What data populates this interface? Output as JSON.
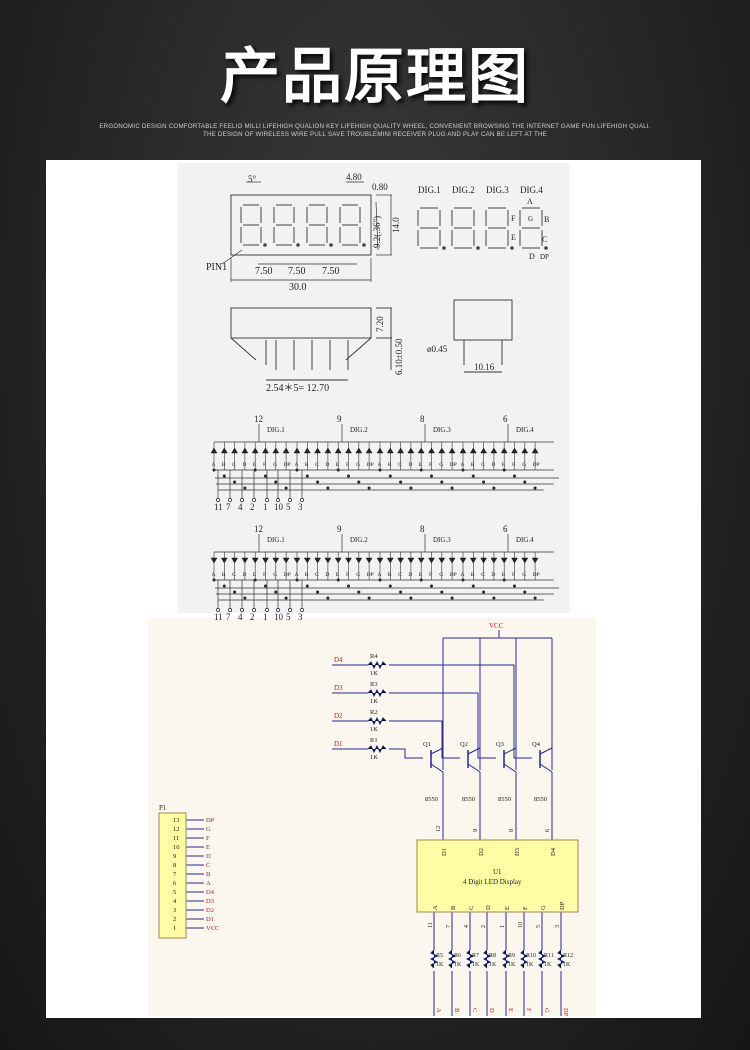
{
  "header": {
    "title": "产品原理图",
    "subtitle_line1": "ERGONOMIC DESIGN COMFORTABLE FEELIG MILLI LIFEHIGH QUALION KEY LIFEHIGH QUALITY WHEEL, CONVENIENT BROWSING THE INTERNET GAME FUN LIFEHIGH QUALI.",
    "subtitle_line2": "THE DESIGN OF WIRELESS WIRE PULL SAVE TROUBLEMINI RECEIVER PLUG AND PLAY CAN BE LEFT AT THE"
  },
  "mech": {
    "angle": "5°",
    "dim_480": "4.80",
    "dim_080": "0.80",
    "dim_920": "9.2(.36\")",
    "dim_140": "14.0",
    "pin1": "PIN1",
    "pitch": [
      "7.50",
      "7.50",
      "7.50"
    ],
    "width": "30.0",
    "dig_labels": [
      "DIG.1",
      "DIG.2",
      "DIG.3",
      "DIG.4"
    ],
    "seg_a": "A",
    "seg_b": "B",
    "seg_c": "C",
    "seg_d": "D",
    "seg_e": "E",
    "seg_f": "F",
    "seg_g": "G",
    "seg_dp": "DP",
    "dim_720": "7.20",
    "dim_610": "6.10±0.50",
    "dim_phi": "ø0.45",
    "dim_1016": "10.16",
    "pin_pitch": "2.54＊5= 12.70"
  },
  "circuit": {
    "com_pins": [
      "12",
      "9",
      "8",
      "6"
    ],
    "dig_labels": [
      "DIG.1",
      "DIG.2",
      "DIG.3",
      "DIG.4"
    ],
    "segs": [
      "A",
      "B",
      "C",
      "D",
      "E",
      "F",
      "G",
      "DP"
    ],
    "bottom_pins": [
      "11",
      "7",
      "4",
      "2",
      "1",
      "10",
      "5",
      "3"
    ]
  },
  "schematic": {
    "vcc": "VCC",
    "drivers": [
      {
        "net": "D4",
        "r": "R4",
        "val": "1K"
      },
      {
        "net": "D3",
        "r": "R3",
        "val": "1K"
      },
      {
        "net": "D2",
        "r": "R2",
        "val": "1K"
      },
      {
        "net": "D1",
        "r": "R1",
        "val": "1K"
      }
    ],
    "transistors": [
      {
        "ref": "Q1",
        "part": "8550",
        "pin": "12"
      },
      {
        "ref": "Q2",
        "part": "8550",
        "pin": "9"
      },
      {
        "ref": "Q3",
        "part": "8550",
        "pin": "8"
      },
      {
        "ref": "Q4",
        "part": "8550",
        "pin": "6"
      }
    ],
    "u1_ref": "U1",
    "u1_name": "4 Digit LED Display",
    "u1_top": [
      "D1",
      "D2",
      "D3",
      "D4"
    ],
    "u1_bottom": [
      "A",
      "B",
      "C",
      "D",
      "E",
      "F",
      "G",
      "DP"
    ],
    "u1_bottom_pins": [
      "11",
      "7",
      "4",
      "2",
      "1",
      "10",
      "5",
      "3"
    ],
    "seg_res": [
      "R5",
      "R6",
      "R7",
      "R8",
      "R9",
      "R10",
      "R11",
      "R12"
    ],
    "seg_res_val": "1K",
    "seg_nets": [
      "A",
      "B",
      "C",
      "D",
      "E",
      "F",
      "G",
      "DP"
    ],
    "p1": {
      "ref": "P1",
      "pins": [
        "13",
        "12",
        "11",
        "10",
        "9",
        "8",
        "7",
        "6",
        "5",
        "4",
        "3",
        "2",
        "1"
      ],
      "nets": [
        "DP",
        "G",
        "F",
        "E",
        "D",
        "C",
        "B",
        "A",
        "D4",
        "D3",
        "D2",
        "D1",
        "VCC"
      ]
    }
  }
}
